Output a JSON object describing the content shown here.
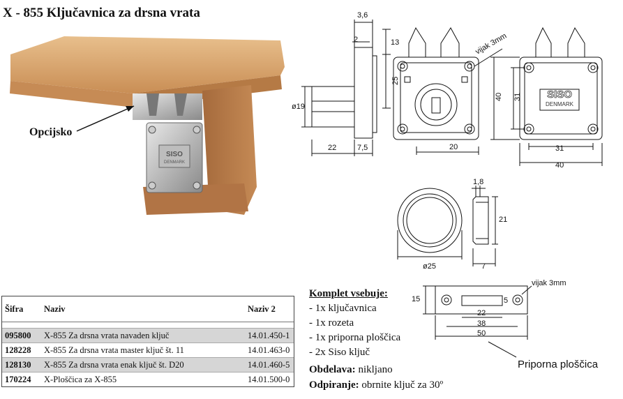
{
  "title": "X - 855 Ključavnica za drsna vrata",
  "callout": "Opcijsko",
  "brand": {
    "line1": "SISO",
    "line2": "DENMARK"
  },
  "dims": {
    "side_top": "3,6",
    "side_small": "2",
    "side_13": "13",
    "side_25": "25",
    "side_dia19": "ø19",
    "side_22": "22",
    "side_7_5": "7,5",
    "front_20": "20",
    "front_40": "40",
    "screw": "vijak 3mm",
    "back_40": "40",
    "back_31v": "31",
    "back_31h": "31",
    "back_40h": "40",
    "ros_1_8": "1,8",
    "ros_21": "21",
    "ros_dia25": "ø25",
    "ros_7": "7",
    "plate_15": "15",
    "plate_5": "5",
    "plate_22": "22",
    "plate_38": "38",
    "plate_50": "50",
    "plate_screw": "vijak 3mm"
  },
  "plate_label": "Priporna ploščica",
  "table": {
    "headers": {
      "code": "Šifra",
      "name": "Naziv",
      "name2": "Naziv 2"
    },
    "rows": [
      {
        "code": "095800",
        "name": "X-855 Za drsna vrata navaden ključ",
        "name2": "14.01.450-1"
      },
      {
        "code": "128228",
        "name": "X-855 Za drsna vrata master ključ št. 11",
        "name2": "14.01.463-0"
      },
      {
        "code": "128130",
        "name": "X-855 Za drsna vrata enak ključ št. D20",
        "name2": "14.01.460-5"
      },
      {
        "code": "170224",
        "name": "X-Ploščica za X-855",
        "name2": "14.01.500-0"
      }
    ]
  },
  "kit": {
    "title": "Komplet vsebuje:",
    "items": [
      "- 1x ključavnica",
      "- 1x rozeta",
      "- 1x priporna ploščica",
      "- 2x Siso ključ"
    ]
  },
  "finish": {
    "label": "Obdelava:",
    "value": "nikljano"
  },
  "opening": {
    "label": "Odpiranje:",
    "value": "obrnite ključ za 30º"
  }
}
